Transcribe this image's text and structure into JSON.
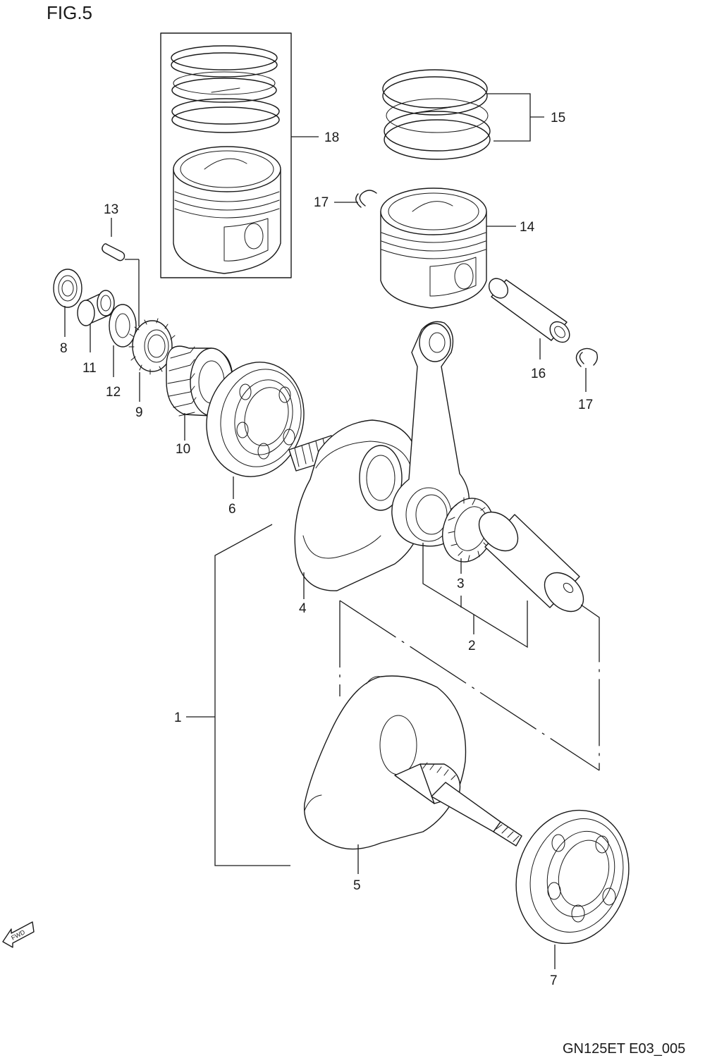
{
  "figure": {
    "title": "FIG.5",
    "code": "GN125ET E03_005"
  },
  "fwd_icon": {
    "text": "FWD",
    "icon": "fwd-arrow-icon"
  },
  "callouts": {
    "c1": "1",
    "c2": "2",
    "c3": "3",
    "c4": "4",
    "c5": "5",
    "c6": "6",
    "c7": "7",
    "c8": "8",
    "c9": "9",
    "c10": "10",
    "c11": "11",
    "c12": "12",
    "c13": "13",
    "c14": "14",
    "c15": "15",
    "c16": "16",
    "c17a": "17",
    "c17b": "17",
    "c18": "18"
  }
}
